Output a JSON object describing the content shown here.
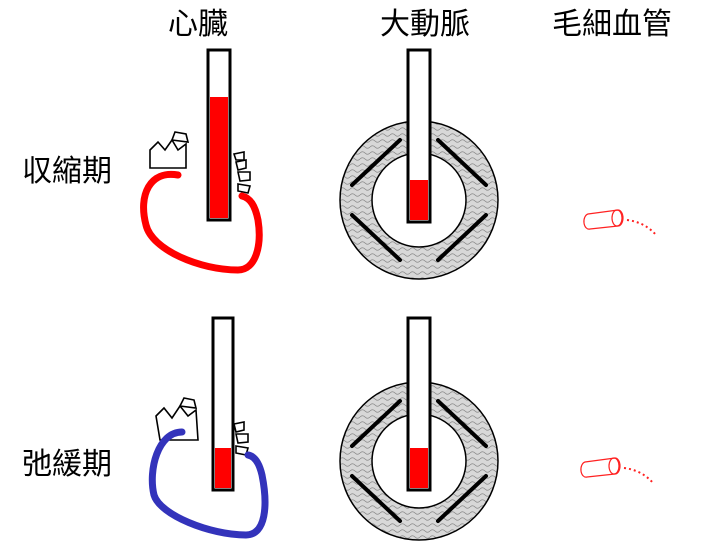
{
  "columns": {
    "heart": "心臓",
    "aorta": "大動脈",
    "capillary": "毛細血管"
  },
  "rows": {
    "systole": "収縮期",
    "diastole": "弛緩期"
  },
  "colors": {
    "systole": "#ff0000",
    "diastole": "#3333bb",
    "capillary": "#ff2222",
    "aorta_ring": "#dcdcdc",
    "outline": "#000000"
  },
  "levels": {
    "heart_tube_systole_fill_fraction": 0.7,
    "heart_tube_diastole_fill_fraction": 0.28,
    "aorta_tube_systole_fill_fraction": 0.27,
    "aorta_tube_diastole_fill_fraction": 0.27
  }
}
